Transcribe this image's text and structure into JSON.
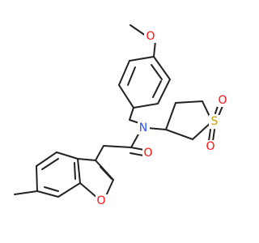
{
  "atoms": {
    "o_methoxy": {
      "text": "O",
      "color": "#ff0d0d"
    },
    "n_amide": {
      "text": "N",
      "color": "#3050f8"
    },
    "o_carbonyl": {
      "text": "O",
      "color": "#ff0d0d"
    },
    "s_sulfone": {
      "text": "S",
      "color": "#c6a000"
    },
    "o_sulfone_top": {
      "text": "O",
      "color": "#ff0d0d"
    },
    "o_sulfone_bottom": {
      "text": "O",
      "color": "#ff0d0d"
    },
    "o_furan": {
      "text": "O",
      "color": "#ff0d0d"
    }
  },
  "colors": {
    "bond": "#222222",
    "background": "#ffffff"
  }
}
